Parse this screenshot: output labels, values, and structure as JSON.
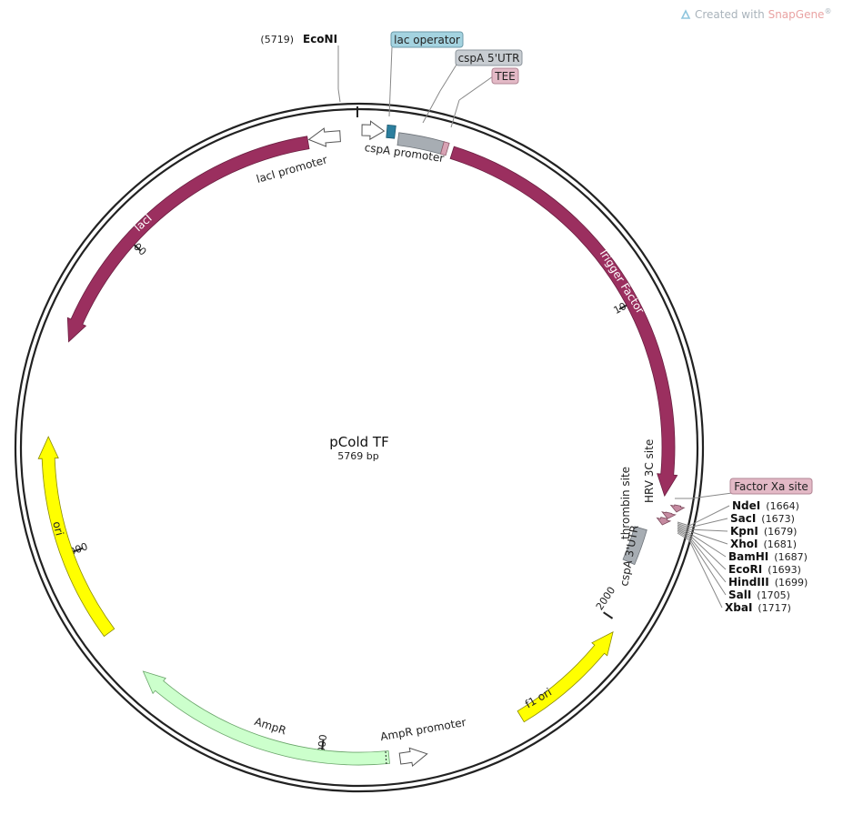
{
  "watermark": {
    "prefix": "Created with ",
    "brand": "SnapGene",
    "mark": "®"
  },
  "plasmid": {
    "name": "pCold TF",
    "length_label": "5769 bp"
  },
  "colors": {
    "lacI": "#9b2f5f",
    "trigger": "#9b2f5f",
    "ori": "#ffff00",
    "f1ori": "#ffff00",
    "ampR": "#ccffcc",
    "promoter": "#ffffff",
    "lac_operator": "#2c7f9e",
    "cspA_utr": "#a7adb3",
    "tee": "#d8a3b4",
    "site": "#c58aa0",
    "backbone": "#222222"
  },
  "ticks": [
    {
      "label": "1000",
      "angle": 62
    },
    {
      "label": "2000",
      "angle": 124
    },
    {
      "label": "3000",
      "angle": 187
    },
    {
      "label": "4000",
      "angle": 250
    },
    {
      "label": "5000",
      "angle": 312
    }
  ],
  "features": {
    "lacI": "lacI",
    "lacI_promoter": "lacI promoter",
    "trigger_factor": "Trigger Factor",
    "cspA_promoter": "cspA promoter",
    "ori": "ori",
    "f1_ori": "f1 ori",
    "ampR": "AmpR",
    "ampR_promoter": "AmpR promoter",
    "thrombin_site": "thrombin site",
    "hrv_3c_site": "HRV 3C site",
    "cspA_3utr": "cspA 3'UTR"
  },
  "callouts": {
    "lac_operator": "lac operator",
    "cspA_5utr": "cspA 5'UTR",
    "tee": "TEE",
    "factor_xa": "Factor Xa site"
  },
  "ecoNI": {
    "name": "EcoNI",
    "pos": "(5719)"
  },
  "sites": [
    {
      "name": "NdeI",
      "pos": "(1664)"
    },
    {
      "name": "SacI",
      "pos": "(1673)"
    },
    {
      "name": "KpnI",
      "pos": "(1679)"
    },
    {
      "name": "XhoI",
      "pos": "(1681)"
    },
    {
      "name": "BamHI",
      "pos": "(1687)"
    },
    {
      "name": "EcoRI",
      "pos": "(1693)"
    },
    {
      "name": "HindIII",
      "pos": "(1699)"
    },
    {
      "name": "SalI",
      "pos": "(1705)"
    },
    {
      "name": "XbaI",
      "pos": "(1717)"
    }
  ]
}
